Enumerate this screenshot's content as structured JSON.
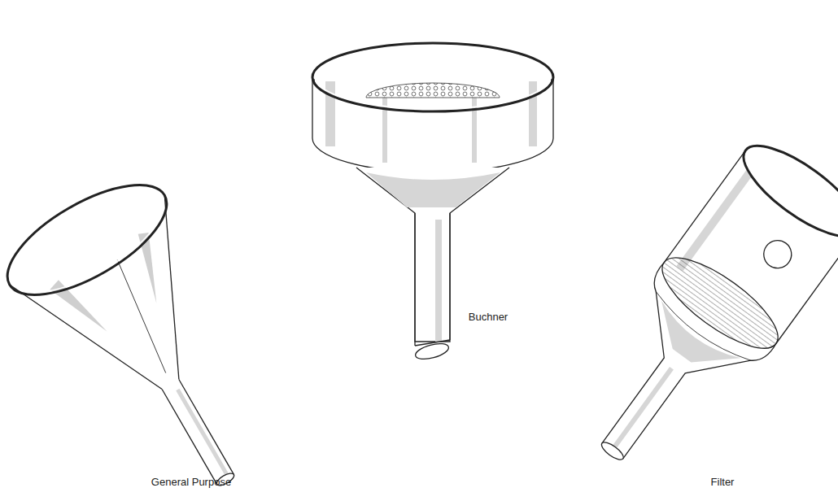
{
  "diagram": {
    "labels": [
      "General Purpose",
      "Buchner",
      "Filter"
    ]
  }
}
